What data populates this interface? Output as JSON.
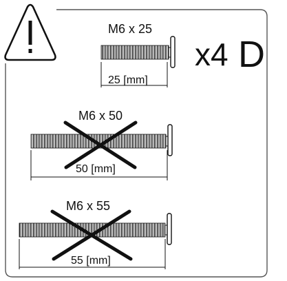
{
  "warning": {
    "icon": "warning-triangle-icon"
  },
  "quantity": "x4",
  "part_letter": "D",
  "screws": [
    {
      "label": "M6 x 25",
      "length_label": "25 [mm]",
      "crossed": false
    },
    {
      "label": "M6 x 50",
      "length_label": "50 [mm]",
      "crossed": true
    },
    {
      "label": "M6 x 55",
      "length_label": "55 [mm]",
      "crossed": true
    }
  ],
  "colors": {
    "ink": "#111111",
    "frame": "#555555"
  }
}
